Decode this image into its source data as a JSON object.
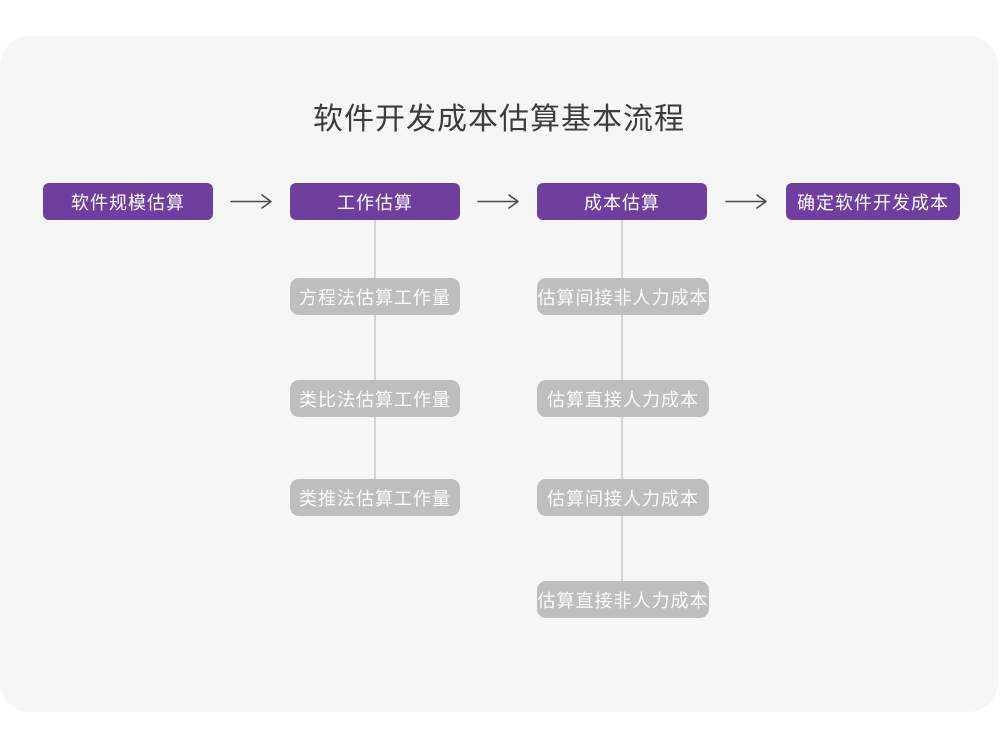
{
  "page": {
    "title": "软件开发成本估算基本流程"
  },
  "colors": {
    "accent_purple": "#6F3FA0",
    "sub_step_gray": "#BEBEBE",
    "card_background": "#F6F6F6",
    "page_background": "#FFFFFF",
    "arrow": "#4A4A4A",
    "connector_line": "#D4D4D4",
    "title_text": "#3C3C3C"
  },
  "flow": {
    "main_steps": [
      {
        "label": "软件规模估算"
      },
      {
        "label": "工作估算"
      },
      {
        "label": "成本估算"
      },
      {
        "label": "确定软件开发成本"
      }
    ],
    "work_estimation_methods": [
      {
        "label": "方程法估算工作量"
      },
      {
        "label": "类比法估算工作量"
      },
      {
        "label": "类推法估算工作量"
      }
    ],
    "cost_estimation_steps": [
      {
        "label": "估算间接非人力成本"
      },
      {
        "label": "估算直接人力成本"
      },
      {
        "label": "估算间接人力成本"
      },
      {
        "label": "估算直接非人力成本"
      }
    ]
  }
}
